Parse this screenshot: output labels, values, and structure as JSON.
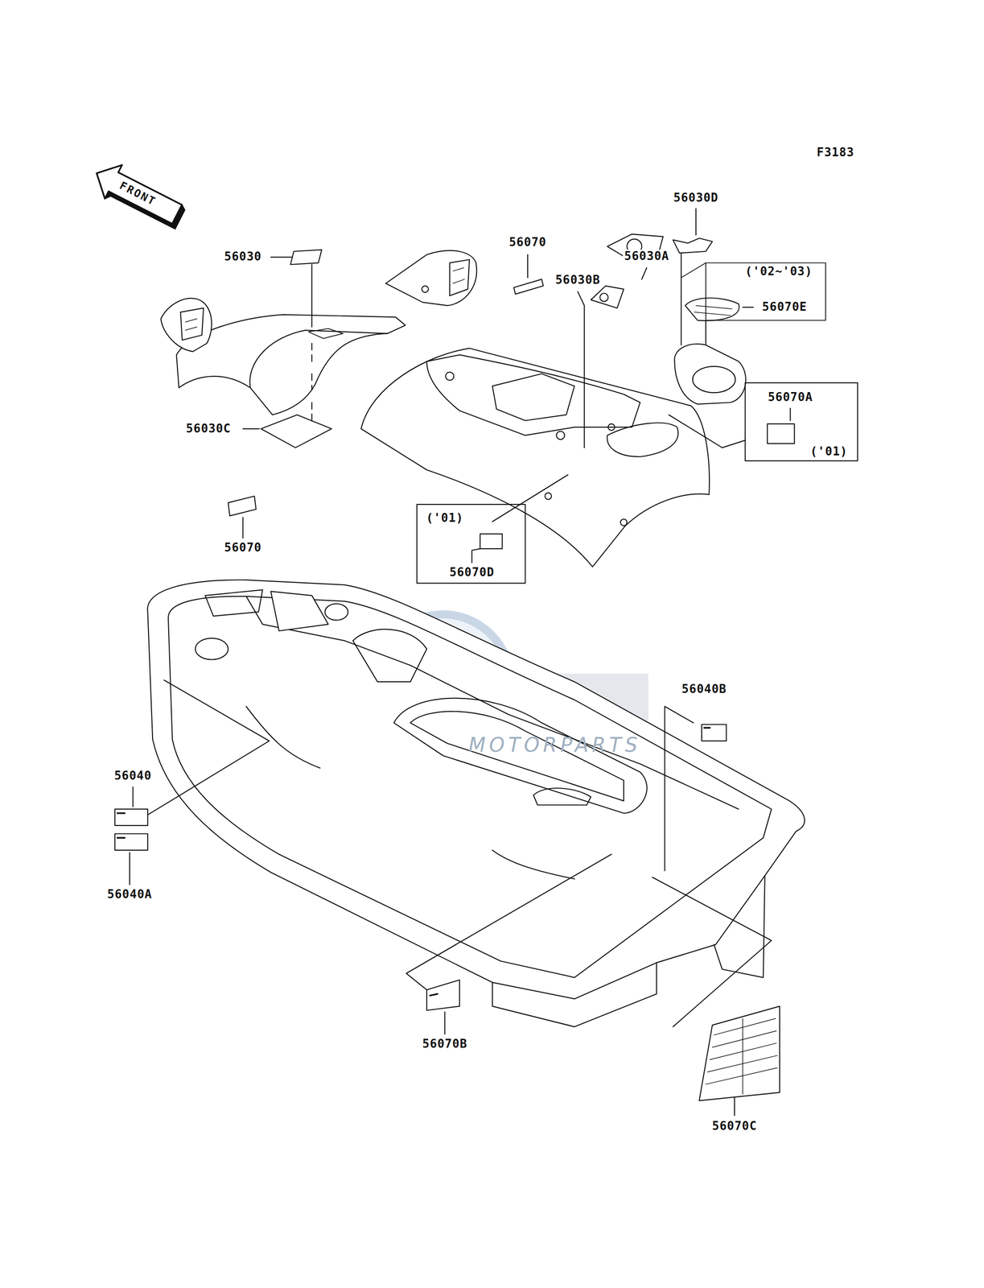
{
  "diagram": {
    "labels": [
      "F3183",
      "FRONT",
      "56030D",
      "56070",
      "56030A",
      "56030",
      "56030B",
      "('02~'03)",
      "56070E",
      "56070A",
      "56030C",
      "('01)",
      "56070",
      "('01)",
      "56070D",
      "56040B",
      "56040",
      "56040A",
      "56070B",
      "56070C",
      "MOTORPARTS"
    ]
  }
}
